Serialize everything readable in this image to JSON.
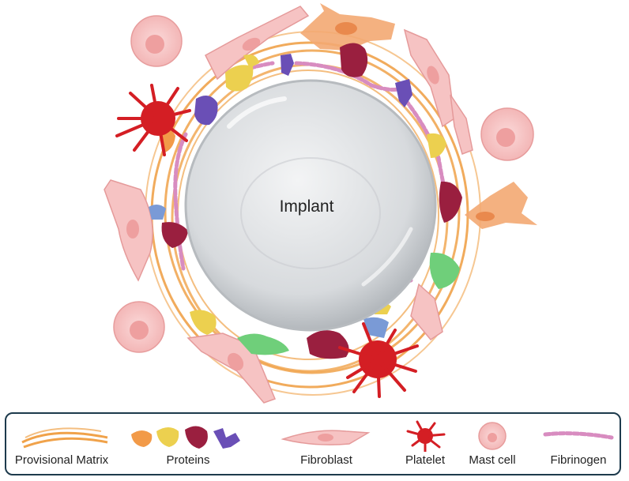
{
  "implant": {
    "label": "Implant"
  },
  "legend": {
    "items": [
      {
        "key": "provisional-matrix",
        "label": "Provisional Matrix"
      },
      {
        "key": "proteins",
        "label": "Proteins"
      },
      {
        "key": "fibroblast",
        "label": "Fibroblast"
      },
      {
        "key": "platelet",
        "label": "Platelet"
      },
      {
        "key": "mast-cell",
        "label": "Mast cell"
      },
      {
        "key": "fibrinogen",
        "label": "Fibrinogen"
      }
    ]
  },
  "colors": {
    "matrix": "#f0a24a",
    "fibroblast": "#f6c3c3",
    "fibroblast_orange": "#f3a872",
    "platelet": "#d41e24",
    "mast_cell": "#f6c0c0",
    "fibrinogen": "#d88cc0",
    "protein_orange": "#f29a48",
    "protein_yellow": "#ecd04f",
    "protein_darkred": "#9a1f3f",
    "protein_purple": "#6a4fb6",
    "protein_blue": "#7a9ad6",
    "protein_green": "#6fcf7a",
    "implant": "#d9dcdf",
    "legend_border": "#1d3a4c"
  }
}
